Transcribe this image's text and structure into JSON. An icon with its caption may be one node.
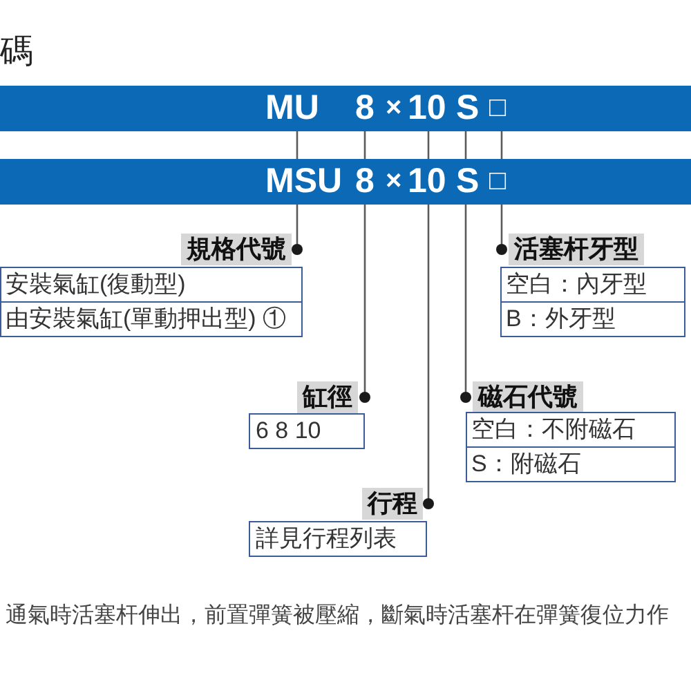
{
  "diagram": {
    "title": "碼",
    "nodes": [
      {
        "text": [],
        "shape": "bar"
      },
      {
        "text": [
          "MU"
        ],
        "in": 0
      },
      {
        "text": [
          "8"
        ],
        "in": 0
      },
      {
        "text": [
          "10"
        ],
        "in": 0
      },
      {
        "text": [
          "S"
        ],
        "in": 0
      },
      {
        "text": [
          "□"
        ],
        "in": 0
      },
      {
        "text": [],
        "shape": "bar"
      },
      {
        "text": [
          "MSU"
        ],
        "in": 6
      },
      {
        "text": [
          "8"
        ],
        "in": 6
      },
      {
        "text": [
          "10"
        ],
        "in": 6
      },
      {
        "text": [
          "S"
        ],
        "in": 6
      },
      {
        "text": [
          "□"
        ],
        "in": 6
      },
      {
        "text": [
          "規格代號"
        ]
      },
      {
        "text": [
          "安裝氣缸(復動型)",
          "由安裝氣缸(單動押出型) ①"
        ]
      },
      {
        "text": [
          "活塞杆牙型"
        ]
      },
      {
        "text": [
          "空白：內牙型",
          "B：外牙型"
        ]
      },
      {
        "text": [
          "缸徑"
        ]
      },
      {
        "text": [
          "6 8 10"
        ]
      },
      {
        "text": [
          "磁石代號"
        ]
      },
      {
        "text": [
          "空白：不附磁石",
          "S：附磁石"
        ]
      },
      {
        "text": [
          "行程"
        ]
      },
      {
        "text": [
          "詳見行程列表"
        ]
      }
    ],
    "edges": [
      {
        "from": 1,
        "to": 7,
        "arrow": "none"
      },
      {
        "from": 2,
        "to": 8,
        "arrow": "none"
      },
      {
        "from": 3,
        "to": 9,
        "arrow": "none"
      },
      {
        "from": 4,
        "to": 10,
        "arrow": "none"
      },
      {
        "from": 5,
        "to": 11,
        "arrow": "none"
      },
      {
        "from": 7,
        "to": 12,
        "arrow": "other"
      },
      {
        "from": 8,
        "to": 16,
        "arrow": "other"
      },
      {
        "from": 9,
        "to": 20,
        "arrow": "other"
      },
      {
        "from": 10,
        "to": 18,
        "arrow": "other"
      },
      {
        "from": 11,
        "to": 14,
        "arrow": "other"
      }
    ],
    "labels": [
      "×",
      "×",
      "通氣時活塞杆伸出，前置彈簧被壓縮，斷氣時活塞杆在彈簧復位力作"
    ]
  }
}
